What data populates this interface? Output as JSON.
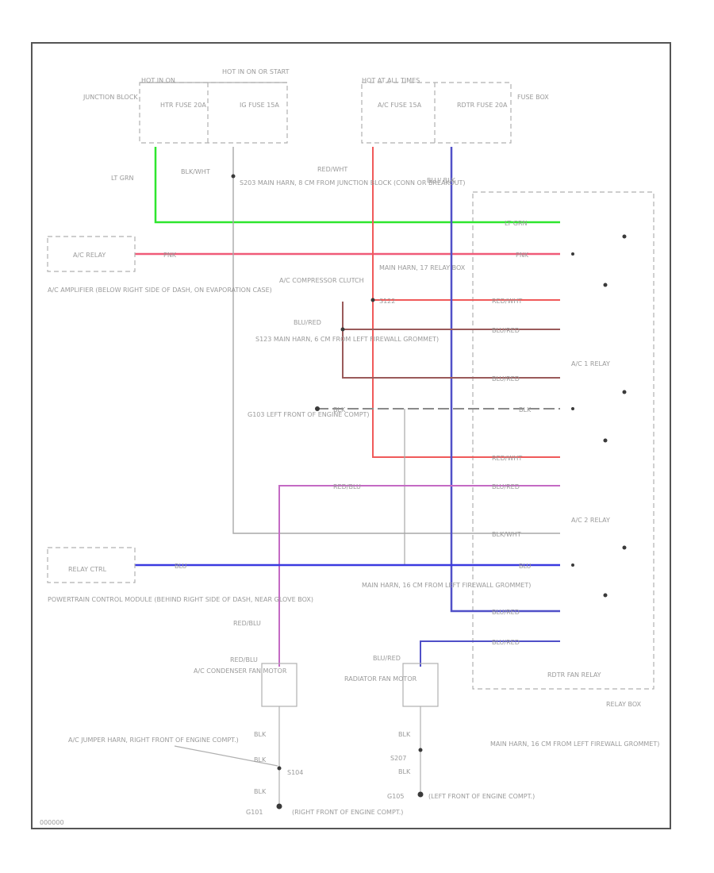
{
  "colors": {
    "lt_grn": "#2ee62e",
    "pnk": "#f05a78",
    "red_wht": "#f05a5a",
    "blu_red": "#9a5a5a",
    "blk_wht": "#8a8a8a",
    "blu": "#3a3ae0",
    "blu_blk": "#5050c8",
    "red_blu": "#c46ac4",
    "grey": "#a8a8a8"
  },
  "junction_block": {
    "hot_label": "HOT IN ON OR START",
    "hot_in_on": "HOT IN ON",
    "label": "JUNCTION BLOCK",
    "fuse_left": "HTR FUSE 20A",
    "fuse_right": "IG FUSE 15A"
  },
  "fuse_box": {
    "hot_label": "HOT AT ALL TIMES",
    "label": "FUSE BOX",
    "fuse_left": "A/C FUSE 15A",
    "fuse_right": "RDTR FUSE 20A"
  },
  "wires": {
    "lt_grn": "LT GRN",
    "blk_wht": "BLK/WHT",
    "red_wht": "RED/WHT",
    "blu_blk": "BLU/ BLK",
    "pnk": "PNK",
    "blu_red": "BLU/RED",
    "blk": "BLK",
    "red_blu": "RED/BLU",
    "blu": "BLU"
  },
  "splices": {
    "s203": "S203 MAIN HARN, 8 CM FROM JUNCTION BLOCK (CONN OR BREAKOUT)",
    "s122_title": "MAIN HARN, 17 RELAY BOX",
    "s122": "S122",
    "s123": "S123 MAIN HARN, 6 CM FROM LEFT FIREWALL GROMMET)",
    "g103": "G103 LEFT FRONT OF ENGINE COMPT)",
    "main_harn_16": "MAIN HARN, 16 CM FROM LEFT FIREWALL GROMMET)",
    "main_harn_16b": "MAIN HARN, 16 CM FROM LEFT FIREWALL GROMMET)",
    "s104": "S104",
    "g101": "G101",
    "g101_loc": "(RIGHT FRONT OF ENGINE COMPT.)",
    "s207": "S207",
    "g105": "G105",
    "g105_loc": "(LEFT FRONT OF ENGINE COMPT.)"
  },
  "components": {
    "ac_relay": "A/C RELAY",
    "ac_amplifier": "A/C AMPLIFIER (BELOW RIGHT SIDE OF DASH, ON EVAPORATION CASE)",
    "ac_clutch": "A/C COMPRESSOR CLUTCH",
    "relay_ctrl": "RELAY CTRL",
    "pcm": "POWERTRAIN CONTROL MODULE (BEHIND RIGHT SIDE OF DASH, NEAR GLOVE BOX)",
    "condenser_motor": "A/C CONDENSER FAN MOTOR",
    "radiator_motor": "RADIATOR FAN MOTOR",
    "ac_jumper": "A/C JUMPER HARN, RIGHT FRONT OF ENGINE COMPT.)",
    "ac1_relay": "A/C 1 RELAY",
    "ac2_relay": "A/C 2 RELAY",
    "rdtr_fan_relay": "RDTR FAN RELAY",
    "relay_box": "RELAY BOX"
  },
  "footer": {
    "code": "000000"
  }
}
